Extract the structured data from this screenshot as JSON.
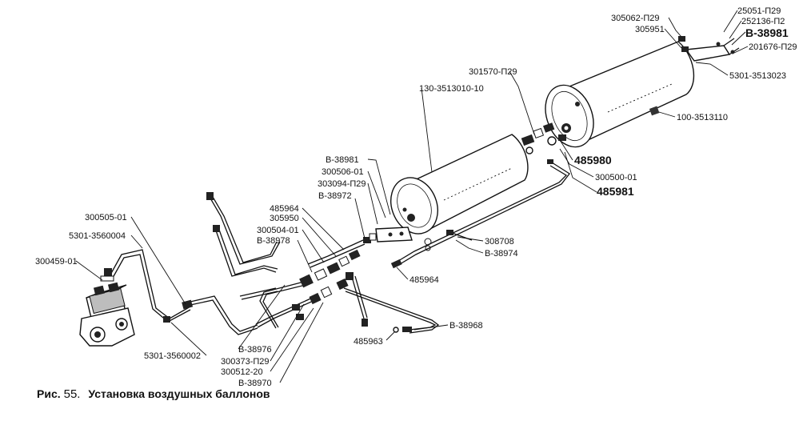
{
  "caption": {
    "prefix": "Рис.",
    "number": "55.",
    "title": "Установка воздушных баллонов"
  },
  "labels": {
    "l_305062": "305062-П29",
    "l_305951": "305951",
    "l_25051": "25051-П29",
    "l_252136": "252136-П2",
    "l_b38981_top": "В-38981",
    "l_201676": "201676-П29",
    "l_5301_3513023": "5301-3513023",
    "l_301570": "301570-П29",
    "l_130_3513010": "130-3513010-10",
    "l_100_3513110": "100-3513110",
    "l_485980": "485980",
    "l_300500": "300500-01",
    "l_485981": "485981",
    "l_b38981_mid": "В-38981",
    "l_300506": "300506-01",
    "l_303094": "303094-П29",
    "l_b38972": "В-38972",
    "l_485964_a": "485964",
    "l_305950": "305950",
    "l_300504": "300504-01",
    "l_b38978": "В-38978",
    "l_300505": "300505-01",
    "l_5301_3560004": "5301-3560004",
    "l_300459": "300459-01",
    "l_308708": "308708",
    "l_b38974": "В-38974",
    "l_485964_b": "485964",
    "l_b38968": "В-38968",
    "l_485963": "485963",
    "l_5301_3560002": "5301-3560002",
    "l_b38976": "В-38976",
    "l_300373": "300373-П29",
    "l_300512": "300512-20",
    "l_b38970": "В-38970"
  }
}
